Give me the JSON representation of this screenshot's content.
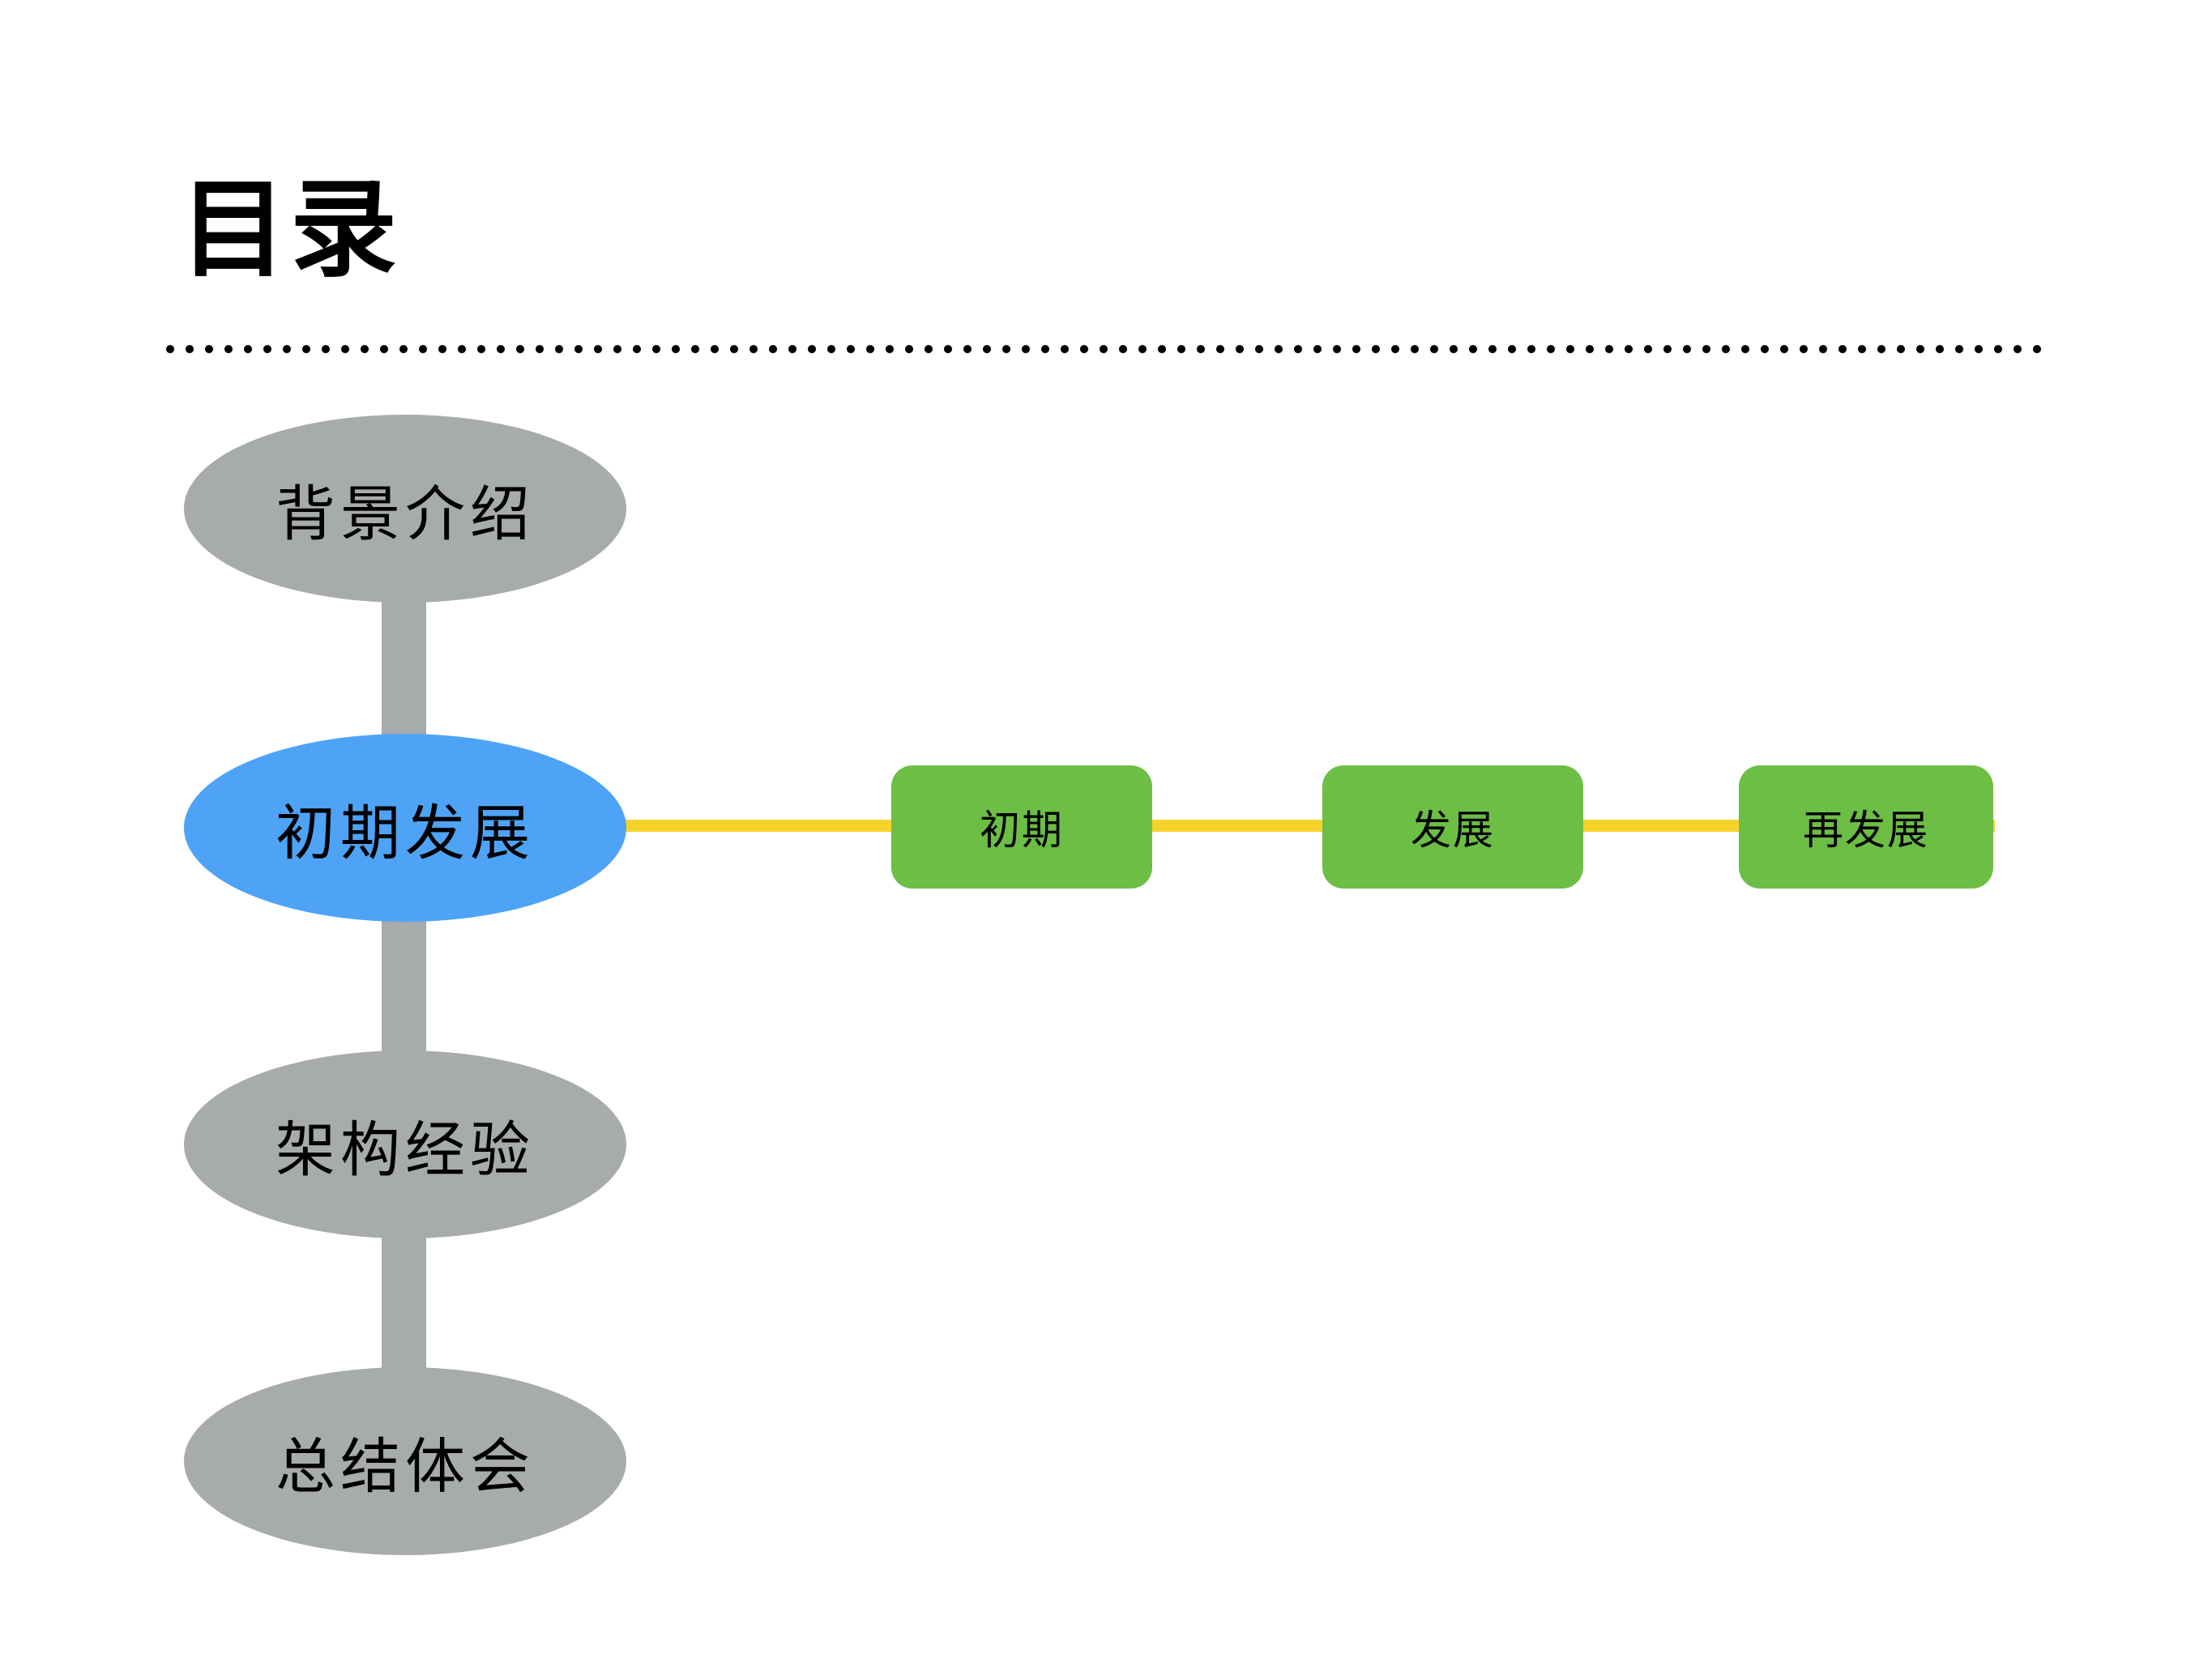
{
  "slide": {
    "title": "目录"
  },
  "toc": {
    "items": [
      {
        "label": "背景介绍",
        "state": "default"
      },
      {
        "label": "初期发展",
        "state": "active"
      },
      {
        "label": "架构经验",
        "state": "default"
      },
      {
        "label": "总结体会",
        "state": "default"
      }
    ]
  },
  "timeline": {
    "steps": [
      {
        "label": "初期"
      },
      {
        "label": "发展"
      },
      {
        "label": "再发展"
      }
    ]
  },
  "colors": {
    "background": "#ffffff",
    "text": "#000000",
    "node-default": "#a7abab",
    "node-active": "#4ea3f6",
    "step-fill": "#6cbe45",
    "connector-vertical": "#a7abab",
    "connector-horizontal": "#f5d32b"
  }
}
